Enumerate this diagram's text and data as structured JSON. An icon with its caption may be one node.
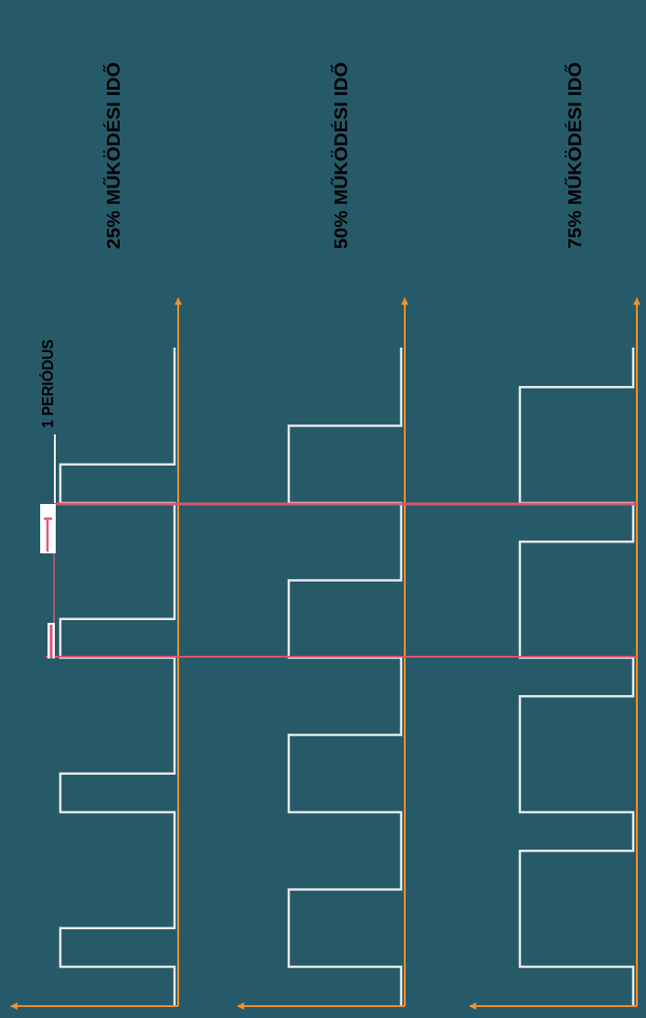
{
  "diagram": {
    "labels": [
      "25% MŰKÖDÉSI IDŐ",
      "50% MŰKÖDÉSI IDŐ",
      "75% MŰKÖDÉSI IDŐ",
      "1 PERIÓDUS"
    ]
  }
}
